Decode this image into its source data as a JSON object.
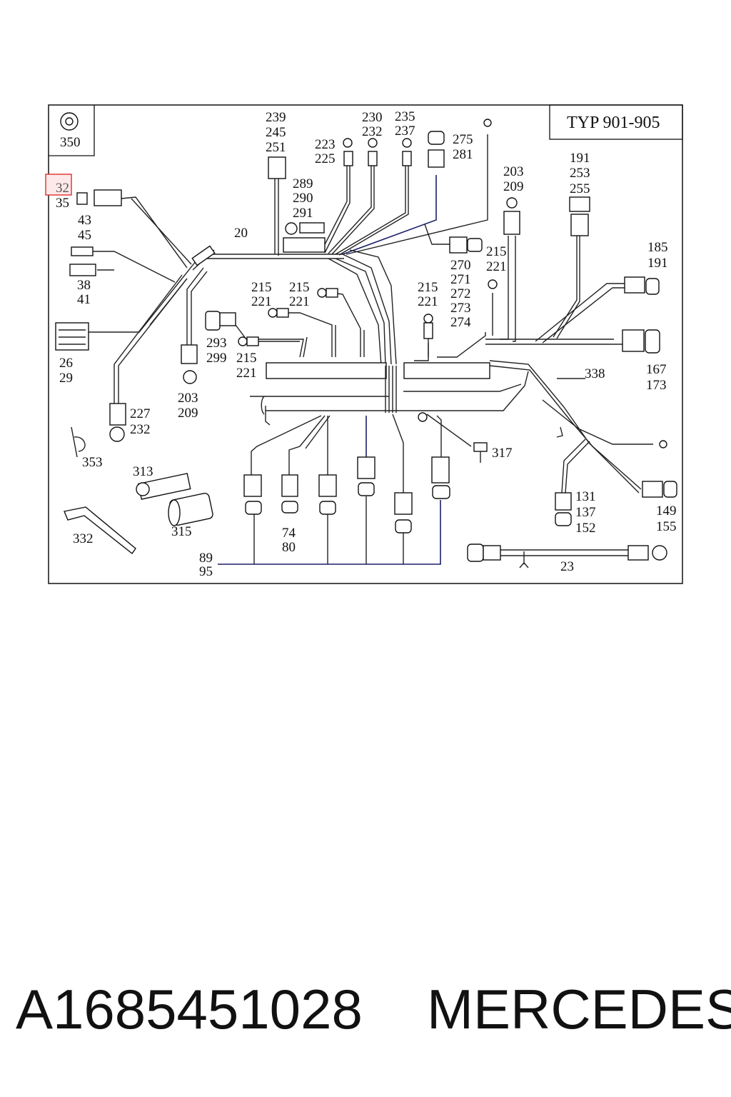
{
  "diagram": {
    "type_label": "TYP 901-905",
    "callouts": {
      "c350": [
        "350"
      ],
      "c32": [
        "32",
        "35"
      ],
      "c43": [
        "43",
        "45"
      ],
      "c38": [
        "38",
        "41"
      ],
      "c26": [
        "26",
        "29"
      ],
      "c227": [
        "227",
        "232"
      ],
      "c353": [
        "353"
      ],
      "c313": [
        "313"
      ],
      "c315": [
        "315"
      ],
      "c332": [
        "332"
      ],
      "c89": [
        "89",
        "95"
      ],
      "c20": [
        "20"
      ],
      "c239": [
        "239",
        "245",
        "251"
      ],
      "c223": [
        "223",
        "225"
      ],
      "c230": [
        "230",
        "232"
      ],
      "c235": [
        "235",
        "237"
      ],
      "c275": [
        "275",
        "281"
      ],
      "c289": [
        "289",
        "290",
        "291"
      ],
      "c203a": [
        "203",
        "209"
      ],
      "c191a": [
        "191",
        "253",
        "255"
      ],
      "c185": [
        "185",
        "191"
      ],
      "c270": [
        "270",
        "271",
        "272",
        "273",
        "274"
      ],
      "c215a": [
        "215",
        "221"
      ],
      "c215b": [
        "215",
        "221"
      ],
      "c215c": [
        "215",
        "221"
      ],
      "c215d": [
        "215",
        "221"
      ],
      "c215e": [
        "215",
        "221"
      ],
      "c293": [
        "293",
        "299"
      ],
      "c203b": [
        "203",
        "209"
      ],
      "c167": [
        "167",
        "173"
      ],
      "c338": [
        "338"
      ],
      "c317": [
        "317"
      ],
      "c74": [
        "74",
        "80"
      ],
      "c131": [
        "131",
        "137",
        "152"
      ],
      "c149": [
        "149",
        "155"
      ],
      "c23": [
        "23"
      ]
    }
  },
  "caption": {
    "part_number": "A1685451028",
    "brand": "MERCEDES"
  }
}
